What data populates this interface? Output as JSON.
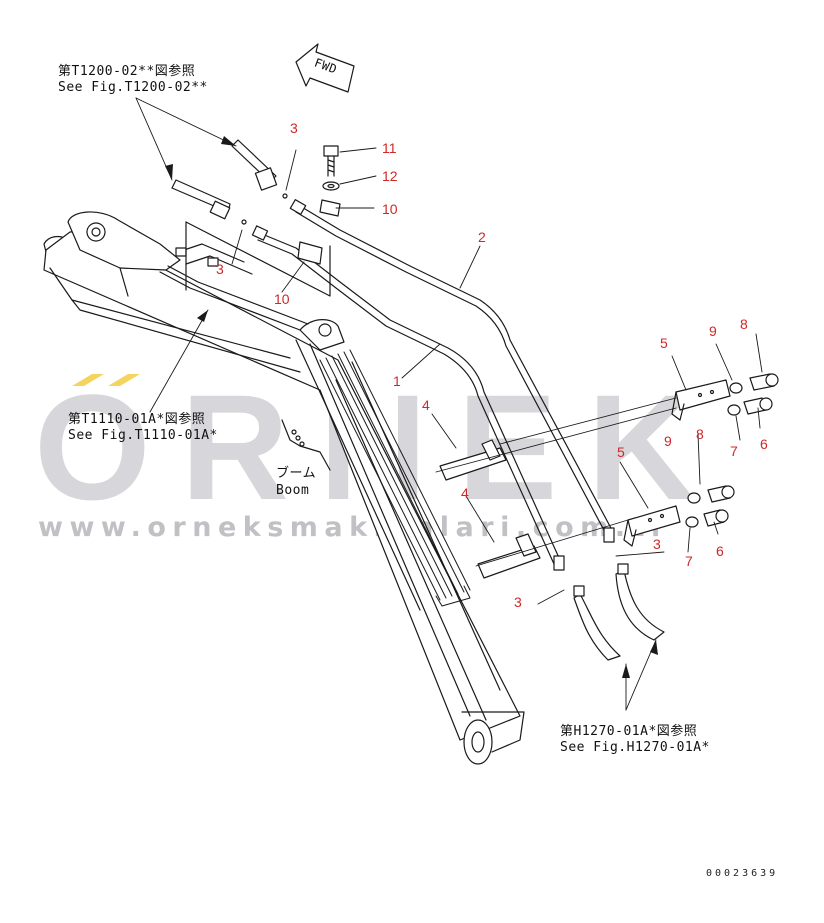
{
  "watermark": {
    "letters": "ORNEK",
    "url": "www.orneksmakinalari.com.tr",
    "accent": "#f2c21b"
  },
  "refs": {
    "top": {
      "jp": "第T1200-02**図参照",
      "en": "See Fig.T1200-02**"
    },
    "left": {
      "jp": "第T1110-01A*図参照",
      "en": "See Fig.T1110-01A*"
    },
    "bottom": {
      "jp": "第H1270-01A*図参照",
      "en": "See Fig.H1270-01A*"
    }
  },
  "fwd": "FWD",
  "boom": {
    "jp": "ブーム",
    "en": "Boom"
  },
  "callouts": [
    "3",
    "11",
    "12",
    "10",
    "2",
    "3",
    "10",
    "1",
    "5",
    "9",
    "8",
    "4",
    "9",
    "8",
    "7",
    "6",
    "5",
    "4",
    "7",
    "6",
    "3",
    "3"
  ],
  "doc_number": "00023639",
  "colors": {
    "line": "#1a1a1a",
    "callout": "#d02828"
  }
}
